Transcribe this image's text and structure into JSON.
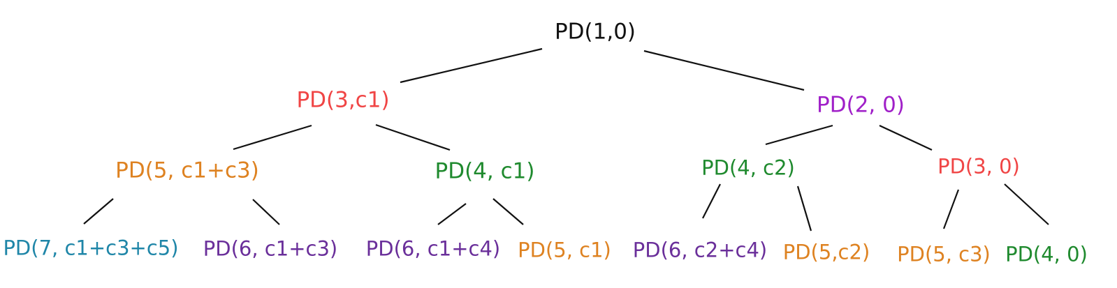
{
  "tree": {
    "nodes": [
      {
        "id": "root",
        "label": "PD(1,0)",
        "color": "#111111"
      },
      {
        "id": "n3c1",
        "label": "PD(3,c1)",
        "color": "#f04545"
      },
      {
        "id": "n20",
        "label": "PD(2, 0)",
        "color": "#a020c8"
      },
      {
        "id": "n5c1c3",
        "label": "PD(5, c1+c3)",
        "color": "#de8221"
      },
      {
        "id": "n4c1",
        "label": "PD(4, c1)",
        "color": "#1f8a2e"
      },
      {
        "id": "n4c2",
        "label": "PD(4, c2)",
        "color": "#1f8a2e"
      },
      {
        "id": "n30",
        "label": "PD(3, 0)",
        "color": "#f04545"
      },
      {
        "id": "n7",
        "label": "PD(7, c1+c3+c5)",
        "color": "#1f86a8"
      },
      {
        "id": "n6a",
        "label": "PD(6, c1+c3)",
        "color": "#6a2f9a"
      },
      {
        "id": "n6b",
        "label": "PD(6, c1+c4)",
        "color": "#6a2f9a"
      },
      {
        "id": "n5c1",
        "label": "PD(5, c1)",
        "color": "#de8221"
      },
      {
        "id": "n6c",
        "label": "PD(6, c2+c4)",
        "color": "#6a2f9a"
      },
      {
        "id": "n5c2",
        "label": "PD(5,c2)",
        "color": "#de8221"
      },
      {
        "id": "n5c3",
        "label": "PD(5, c3)",
        "color": "#de8221"
      },
      {
        "id": "n40",
        "label": "PD(4, 0)",
        "color": "#1f8a2e"
      }
    ],
    "edges": [
      [
        "root",
        "n3c1"
      ],
      [
        "root",
        "n20"
      ],
      [
        "n3c1",
        "n5c1c3"
      ],
      [
        "n3c1",
        "n4c1"
      ],
      [
        "n20",
        "n4c2"
      ],
      [
        "n20",
        "n30"
      ],
      [
        "n5c1c3",
        "n7"
      ],
      [
        "n5c1c3",
        "n6a"
      ],
      [
        "n4c1",
        "n6b"
      ],
      [
        "n4c1",
        "n5c1"
      ],
      [
        "n4c2",
        "n6c"
      ],
      [
        "n4c2",
        "n5c2"
      ],
      [
        "n30",
        "n5c3"
      ],
      [
        "n30",
        "n40"
      ]
    ]
  }
}
